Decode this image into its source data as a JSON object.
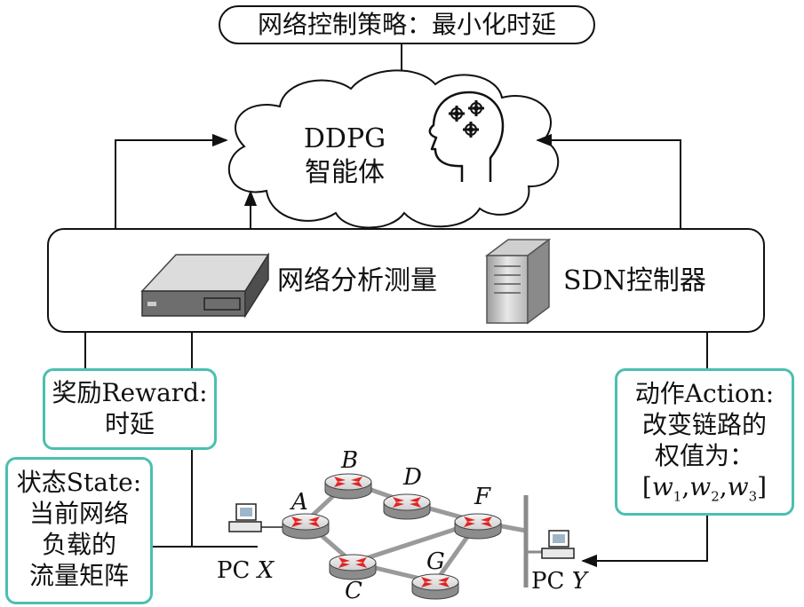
{
  "policy": {
    "text": "网络控制策略：最小化时延"
  },
  "agent": {
    "name": "DDPG",
    "subtitle": "智能体"
  },
  "infrastructure": {
    "measurement_label": "网络分析测量",
    "controller_label": "SDN控制器"
  },
  "reward": {
    "line1": "奖励Reward:",
    "line2": "时延"
  },
  "state": {
    "line1": "状态State:",
    "line2": "当前网络",
    "line3": "负载的",
    "line4": "流量矩阵"
  },
  "action": {
    "line1": "动作Action:",
    "line2": "改变链路的",
    "line3": "权值为：",
    "weights_open": "[",
    "w1": "w",
    "w1_sub": "1",
    "w2": "w",
    "w2_sub": "2",
    "w3": "w",
    "w3_sub": "3",
    "weights_close": "]",
    "comma": ","
  },
  "nodes": {
    "A": "A",
    "B": "B",
    "C": "C",
    "D": "D",
    "F": "F",
    "G": "G"
  },
  "hosts": {
    "x_prefix": "PC",
    "x_name": "X",
    "y_prefix": "PC",
    "y_name": "Y"
  },
  "colors": {
    "callout_border": "#4bbfaf",
    "router_arrows": "#e32222",
    "link": "#9a9a9a",
    "line": "#111111"
  }
}
